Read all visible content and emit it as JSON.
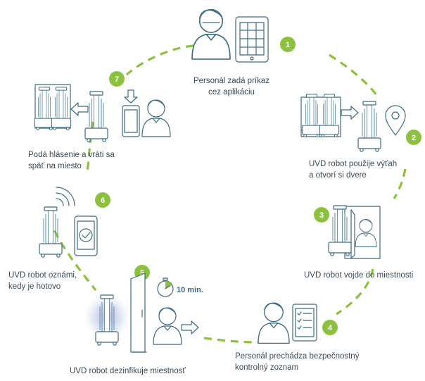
{
  "colors": {
    "accent": "#8cc13f",
    "line": "#3d6b82",
    "text": "#3a4a55"
  },
  "steps": [
    {
      "number": "1",
      "caption_lines": [
        "Personál zadá príkaz",
        "cez aplikáciu"
      ],
      "icons": [
        "person-icon",
        "tablet-icon"
      ]
    },
    {
      "number": "2",
      "caption_lines": [
        "UVD robot použije výťah",
        "a otvorí si dvere"
      ],
      "icons": [
        "robot-icon",
        "arrow-right-icon",
        "location-pin-icon"
      ]
    },
    {
      "number": "3",
      "caption_lines": [
        "UVD robot vojde do miestnosti"
      ],
      "icons": [
        "robot-icon",
        "door-icon",
        "person-icon"
      ]
    },
    {
      "number": "4",
      "caption_lines": [
        "Personál prechádza bezpečnostný",
        "kontrolný zoznam"
      ],
      "icons": [
        "person-icon",
        "checklist-tablet-icon"
      ]
    },
    {
      "number": "5",
      "caption_lines": [
        "UVD robot dezinfikuje miestnosť"
      ],
      "timer": "10 min.",
      "icons": [
        "robot-icon",
        "door-icon",
        "stopwatch-icon",
        "person-icon"
      ]
    },
    {
      "number": "6",
      "caption_lines": [
        "UVD robot oznámi,",
        "kedy je  hotovo"
      ],
      "icons": [
        "robot-icon",
        "wifi-signal-icon",
        "phone-check-icon"
      ]
    },
    {
      "number": "7",
      "caption_lines": [
        "Podá hlásenie a vráti sa",
        "späť na miesto"
      ],
      "icons": [
        "robot-icon",
        "arrow-left-icon",
        "arrow-down-icon",
        "phone-icon",
        "person-icon"
      ]
    }
  ]
}
